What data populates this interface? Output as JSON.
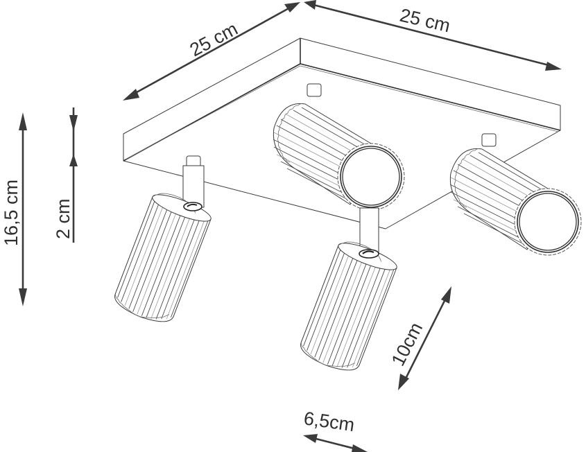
{
  "diagram": {
    "subject": "Four-spot square ceiling lamp technical drawing",
    "colors": {
      "line": "#3a3a3a",
      "dimension": "#3b3b3b",
      "background": "#ffffff"
    },
    "dimensions": {
      "plate_depth": "25 cm",
      "plate_width": "25 cm",
      "total_height": "16,5 cm",
      "plate_thickness": "2 cm",
      "shade_length": "10cm",
      "shade_diameter": "6,5cm"
    },
    "components": {
      "base_plate": "square base plate",
      "spotlights": [
        "spotlight-front-left",
        "spotlight-back",
        "spotlight-right",
        "spotlight-front"
      ]
    }
  }
}
